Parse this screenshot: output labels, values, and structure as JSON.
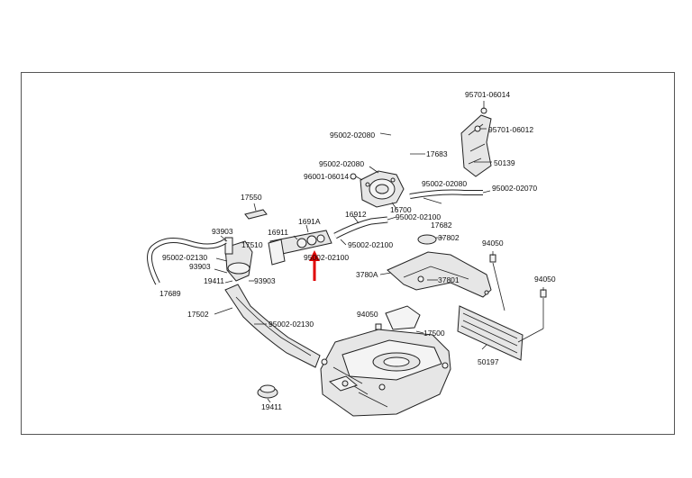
{
  "diagram": {
    "labels": {
      "l95701_06014": "95701-06014",
      "l95701_06012": "95701-06012",
      "l95002_02080_a": "95002-02080",
      "l17683": "17683",
      "l95002_02080_b": "95002-02080",
      "l50139": "50139",
      "l96001_06014": "96001-06014",
      "l95002_02080_c": "95002-02080",
      "l95002_02070": "95002-02070",
      "l17550": "17550",
      "l16700": "16700",
      "l16912": "16912",
      "l95002_02100_a": "95002-02100",
      "l1691A": "1691A",
      "l17682": "17682",
      "l16911": "16911",
      "l93903_a": "93903",
      "l17510": "17510",
      "l95002_02100_b": "95002-02100",
      "l37802": "37802",
      "l94050_a": "94050",
      "l95002_02130_a": "95002-02130",
      "l93903_b": "93903",
      "l95002_02100_c": "95002-02100",
      "l19411_a": "19411",
      "l93903_c": "93903",
      "l3780A": "3780A",
      "l37801": "37801",
      "l17689": "17689",
      "l94050_b": "94050",
      "l17502": "17502",
      "l94050_c": "94050",
      "l95002_02130_b": "95002-02130",
      "l17500": "17500",
      "l50197": "50197",
      "l19411_b": "19411"
    },
    "accent_color": "#e00000"
  }
}
